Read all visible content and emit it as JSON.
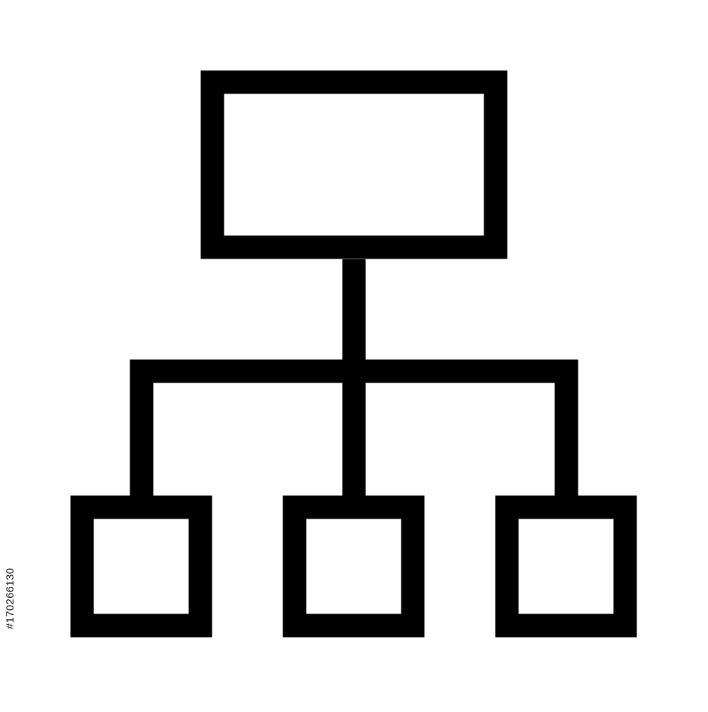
{
  "icon": {
    "name": "hierarchy-org-chart-icon",
    "stroke_color": "#000000",
    "fill_color": "#ffffff",
    "background": "#ffffff",
    "nodes": [
      "root-node",
      "child-node-left",
      "child-node-center",
      "child-node-right"
    ]
  },
  "watermark": {
    "stock_id": "#170266130"
  }
}
